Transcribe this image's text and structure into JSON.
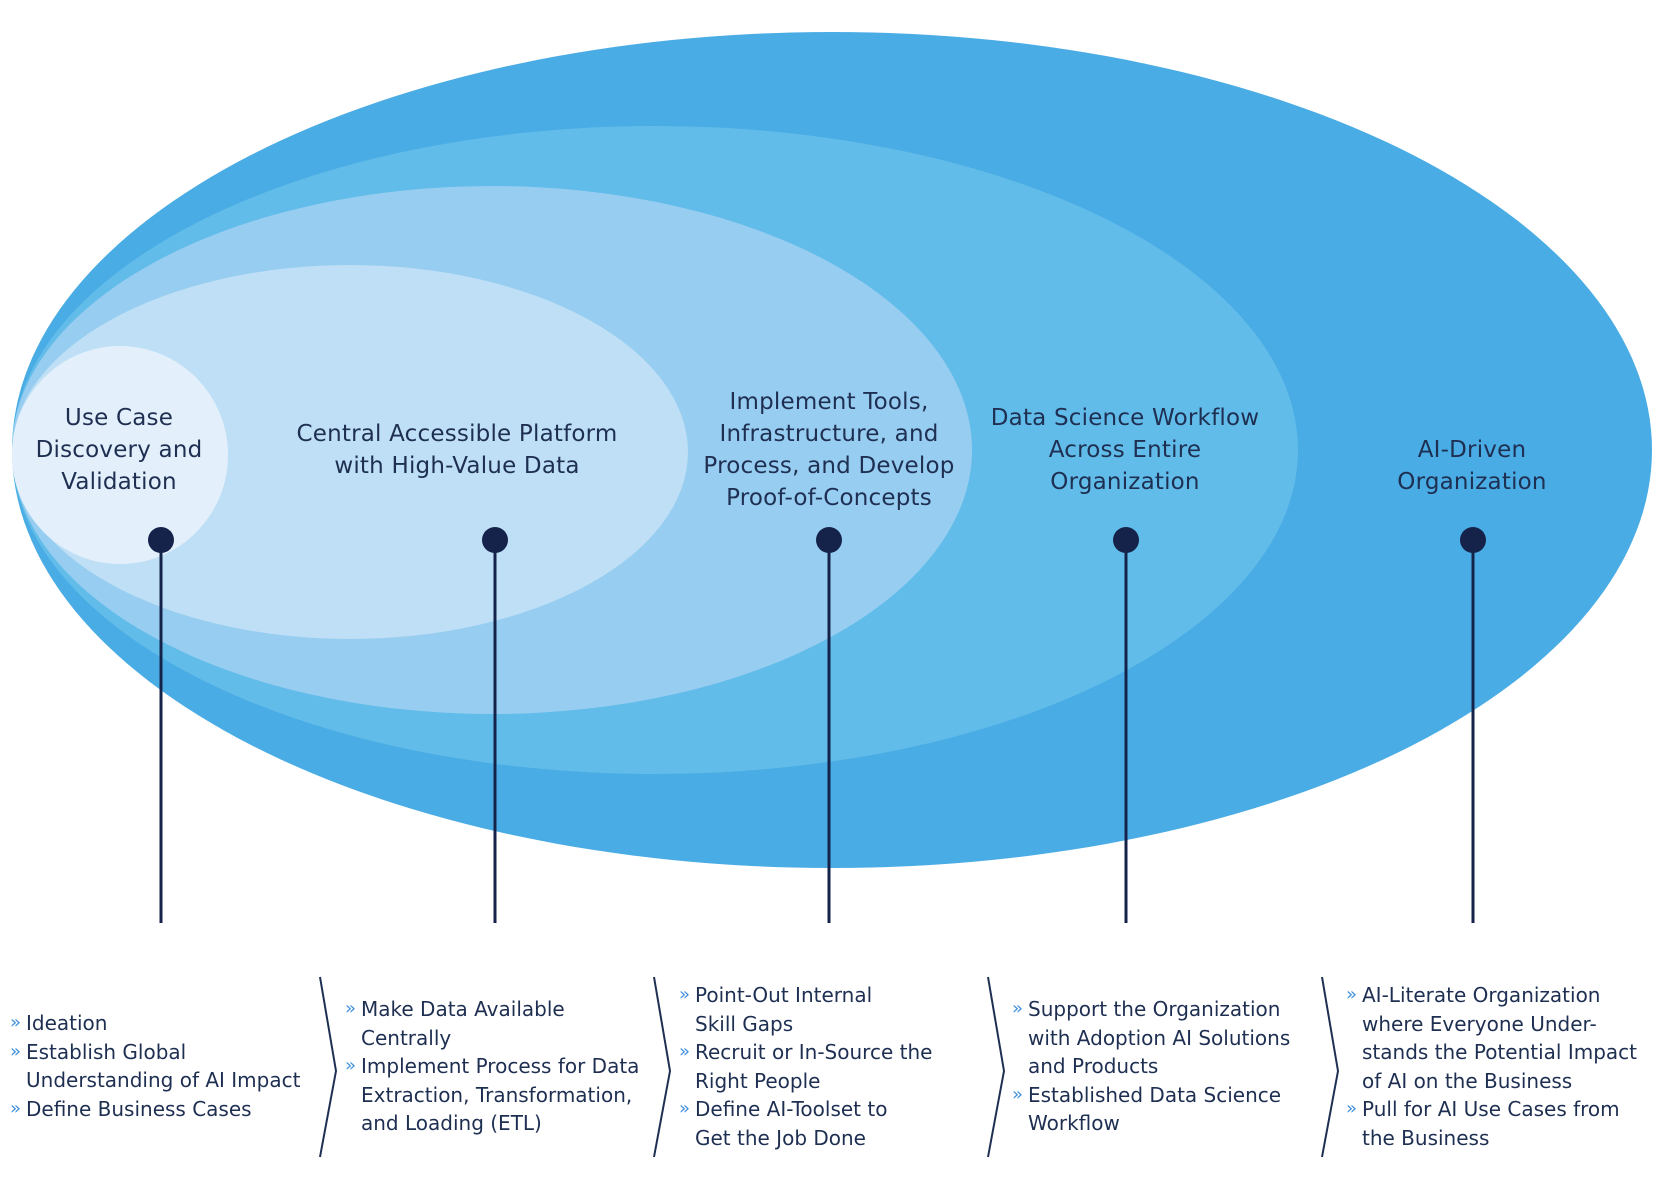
{
  "colors": {
    "ellipse_outer": "#4aace4",
    "ellipse_2": "#61bce9",
    "ellipse_3": "#97cdf0",
    "ellipse_4": "#bedff5",
    "ellipse_inner": "#e3f0fb",
    "marker": "#15234a",
    "bullet_chevron": "#3f8fdc",
    "text": "#1e2f52"
  },
  "stages": [
    {
      "title": "Use Case\nDiscovery and\nValidation",
      "items": [
        "Ideation",
        "Establish Global\nUnderstanding of AI Impact",
        "Define Business Cases"
      ]
    },
    {
      "title": "Central Accessible Platform\nwith High-Value Data",
      "items": [
        "Make Data Available\nCentrally",
        "Implement Process for Data\nExtraction, Transformation,\nand Loading (ETL)"
      ]
    },
    {
      "title": "Implement Tools,\nInfrastructure, and\nProcess, and Develop\nProof-of-Concepts",
      "items": [
        "Point-Out Internal\nSkill Gaps",
        "Recruit or In-Source the\nRight People",
        "Define AI-Toolset to\nGet the Job Done"
      ]
    },
    {
      "title": "Data Science Workflow\nAcross Entire\nOrganization",
      "items": [
        "Support the Organization\nwith Adoption AI Solutions\nand Products",
        "Established Data Science\nWorkflow"
      ]
    },
    {
      "title": "AI-Driven Organization",
      "items": [
        "AI-Literate Organization\nwhere Everyone Under-\nstands the Potential Impact\nof AI on the Business",
        "Pull for AI Use Cases from\nthe Business"
      ]
    }
  ]
}
